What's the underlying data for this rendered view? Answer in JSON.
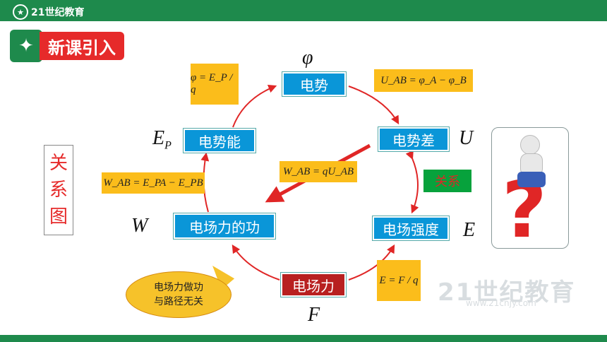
{
  "brand": {
    "logo_text": "21世纪教育"
  },
  "section": {
    "title": "新课引入"
  },
  "side_title": {
    "chars": [
      "关",
      "系",
      "图"
    ]
  },
  "nodes": {
    "potential": "电势",
    "potential_difference": "电势差",
    "potential_energy": "电势能",
    "field_work": "电场力的功",
    "field_strength": "电场强度",
    "field_force": "电场力"
  },
  "symbols": {
    "phi": "φ",
    "ep_main": "E",
    "ep_sub": "P",
    "u": "U",
    "w": "W",
    "e": "E",
    "f": "F"
  },
  "formulas": {
    "phi_def": "φ = E_P / q",
    "u_ab": "U_AB = φ_A − φ_B",
    "w_ab_q": "W_AB = qU_AB",
    "w_ab_ep": "W_AB = E_PA − E_PB",
    "e_def": "E = F / q"
  },
  "relation_label": "关系",
  "bubble": {
    "line1": "电场力做功",
    "line2": "与路径无关"
  },
  "colors": {
    "green": "#1e8a4c",
    "blue": "#0a96d8",
    "red": "#b82020",
    "formula_bg": "#fbbd1b",
    "arrow": "#e02626"
  }
}
